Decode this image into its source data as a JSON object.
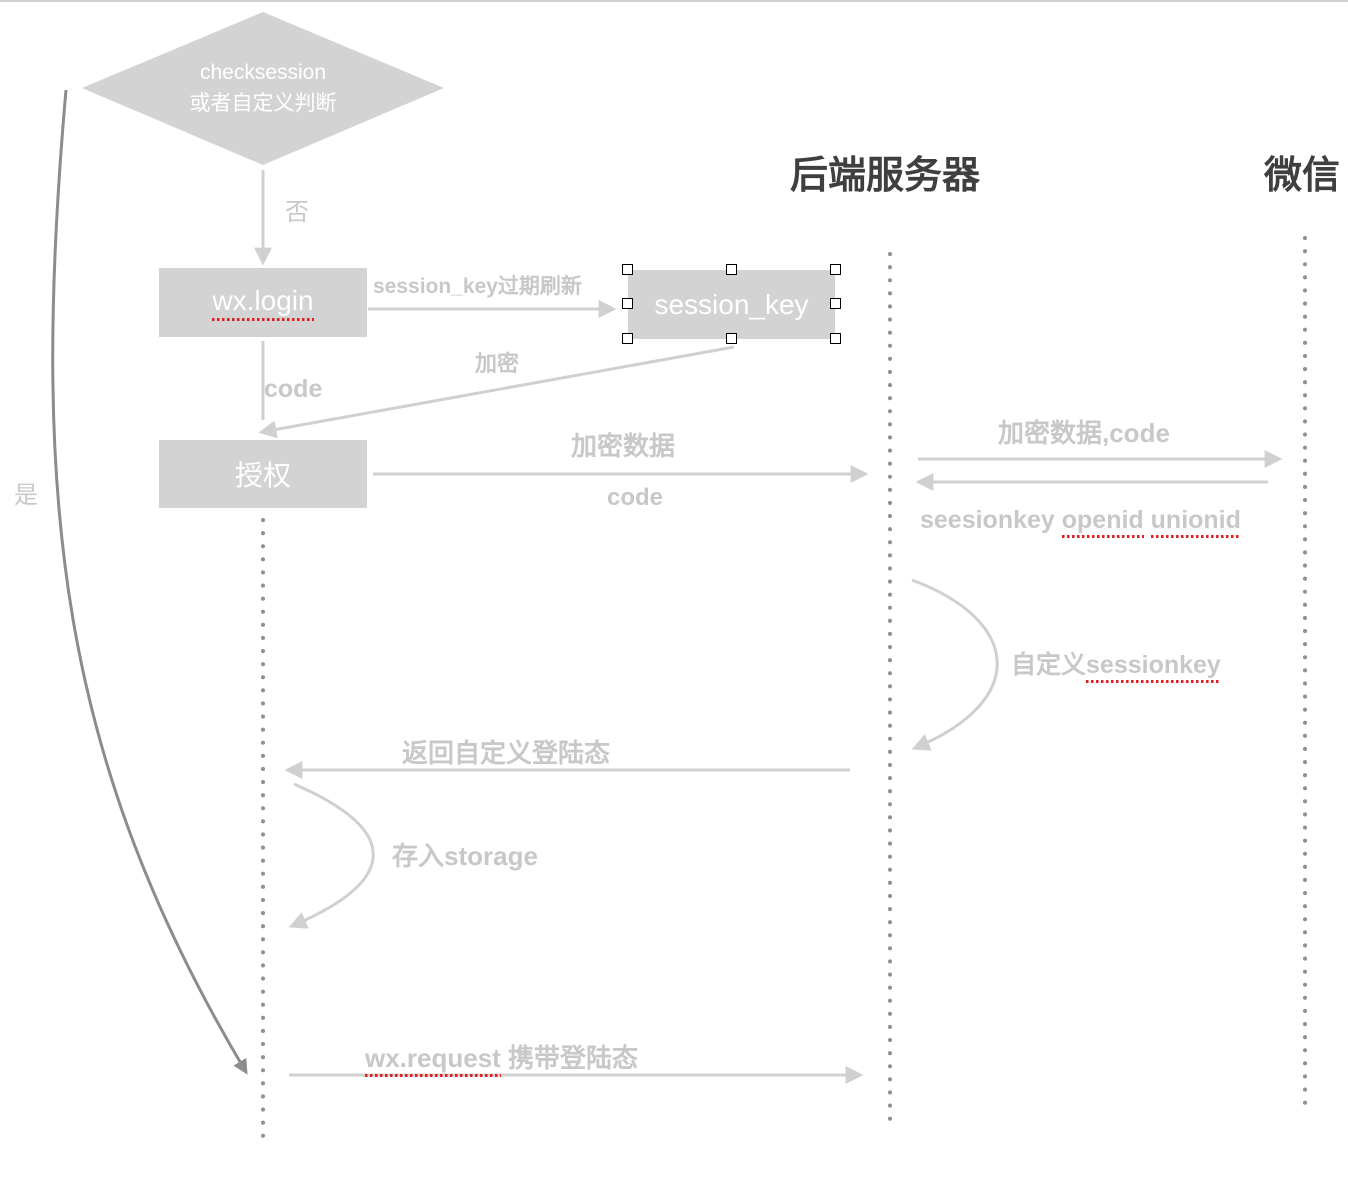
{
  "lanes": {
    "server": "后端服务器",
    "wechat": "微信"
  },
  "nodes": {
    "decision_line1": "checksession",
    "decision_line2": "或者自定义判断",
    "wxlogin": "wx.login",
    "session_key": "session_key",
    "authorize": "授权"
  },
  "edges": {
    "no": "否",
    "yes": "是",
    "refresh": "session_key过期刷新",
    "encrypt": "加密",
    "code": "code",
    "encrypted_data": "加密数据",
    "code2": "code",
    "to_wechat": "加密数据,code",
    "from_wechat_prefix": "seesionkey ",
    "from_wechat_openid": "openid",
    "from_wechat_unionid": "unionid",
    "custom_prefix": "自定义",
    "custom_key": "sessionkey",
    "return_state": "返回自定义登陆态",
    "store": "存入storage",
    "request_fn": "wx.request",
    "request_rest": " 携带登陆态"
  },
  "colors": {
    "shape": "#d3d3d3",
    "label": "#c8c8c8",
    "arrow": "#d0d0d0",
    "yes_arrow": "#8c8c8c",
    "heading": "#3f3f3f",
    "spellcheck": "#e02020"
  }
}
